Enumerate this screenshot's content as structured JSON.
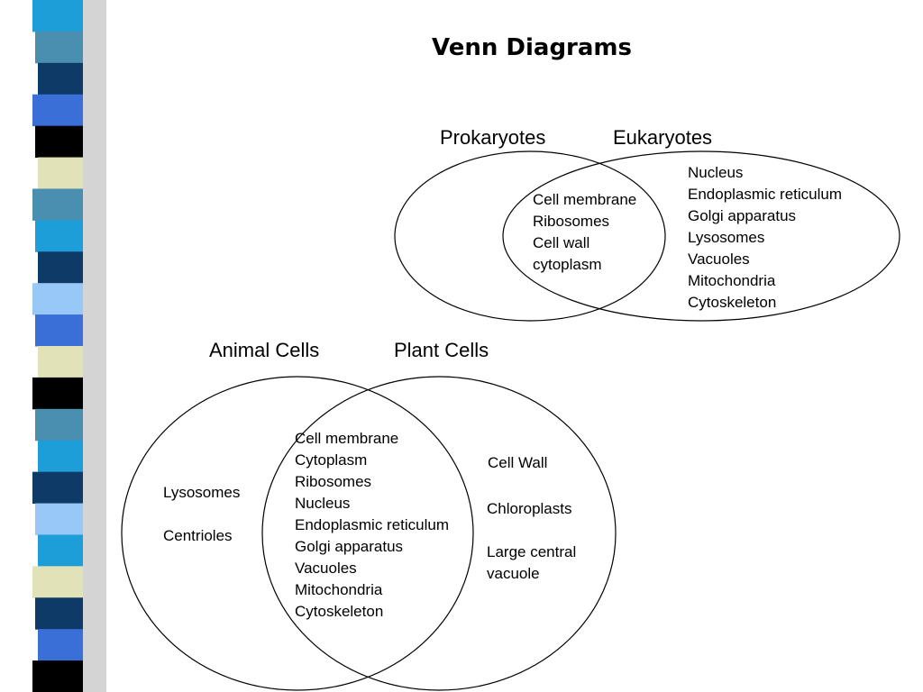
{
  "title": "Venn Diagrams",
  "colors": {
    "stripes": [
      "#1e9ed8",
      "#4a8fb0",
      "#0d3a66",
      "#3a6fd8",
      "#000000",
      "#e2e2b8",
      "#4a8fb0",
      "#1e9ed8",
      "#0d3a66",
      "#98c8f8",
      "#3a6fd8",
      "#e2e2b8",
      "#000000",
      "#4a8fb0",
      "#1e9ed8",
      "#0d3a66",
      "#98c8f8",
      "#1e9ed8",
      "#e2e2b8",
      "#0d3a66",
      "#3a6fd8",
      "#000000"
    ],
    "outline": "#000000"
  },
  "diagram_top": {
    "left_label": "Prokaryotes",
    "right_label": "Eukaryotes",
    "overlap_items": [
      "Cell membrane",
      "Ribosomes",
      "Cell wall",
      "cytoplasm"
    ],
    "right_items": [
      "Nucleus",
      "Endoplasmic reticulum",
      "Golgi apparatus",
      "Lysosomes",
      "Vacuoles",
      "Mitochondria",
      "Cytoskeleton"
    ]
  },
  "diagram_bottom": {
    "left_label": "Animal Cells",
    "right_label": "Plant Cells",
    "left_items": [
      "Lysosomes",
      "Centrioles"
    ],
    "overlap_items": [
      "Cell membrane",
      "Cytoplasm",
      "Ribosomes",
      "Nucleus",
      "Endoplasmic reticulum",
      "Golgi apparatus",
      "Vacuoles",
      "Mitochondria",
      "Cytoskeleton"
    ],
    "right_items": [
      "Cell Wall",
      "Chloroplasts",
      "Large central",
      "vacuole"
    ]
  }
}
